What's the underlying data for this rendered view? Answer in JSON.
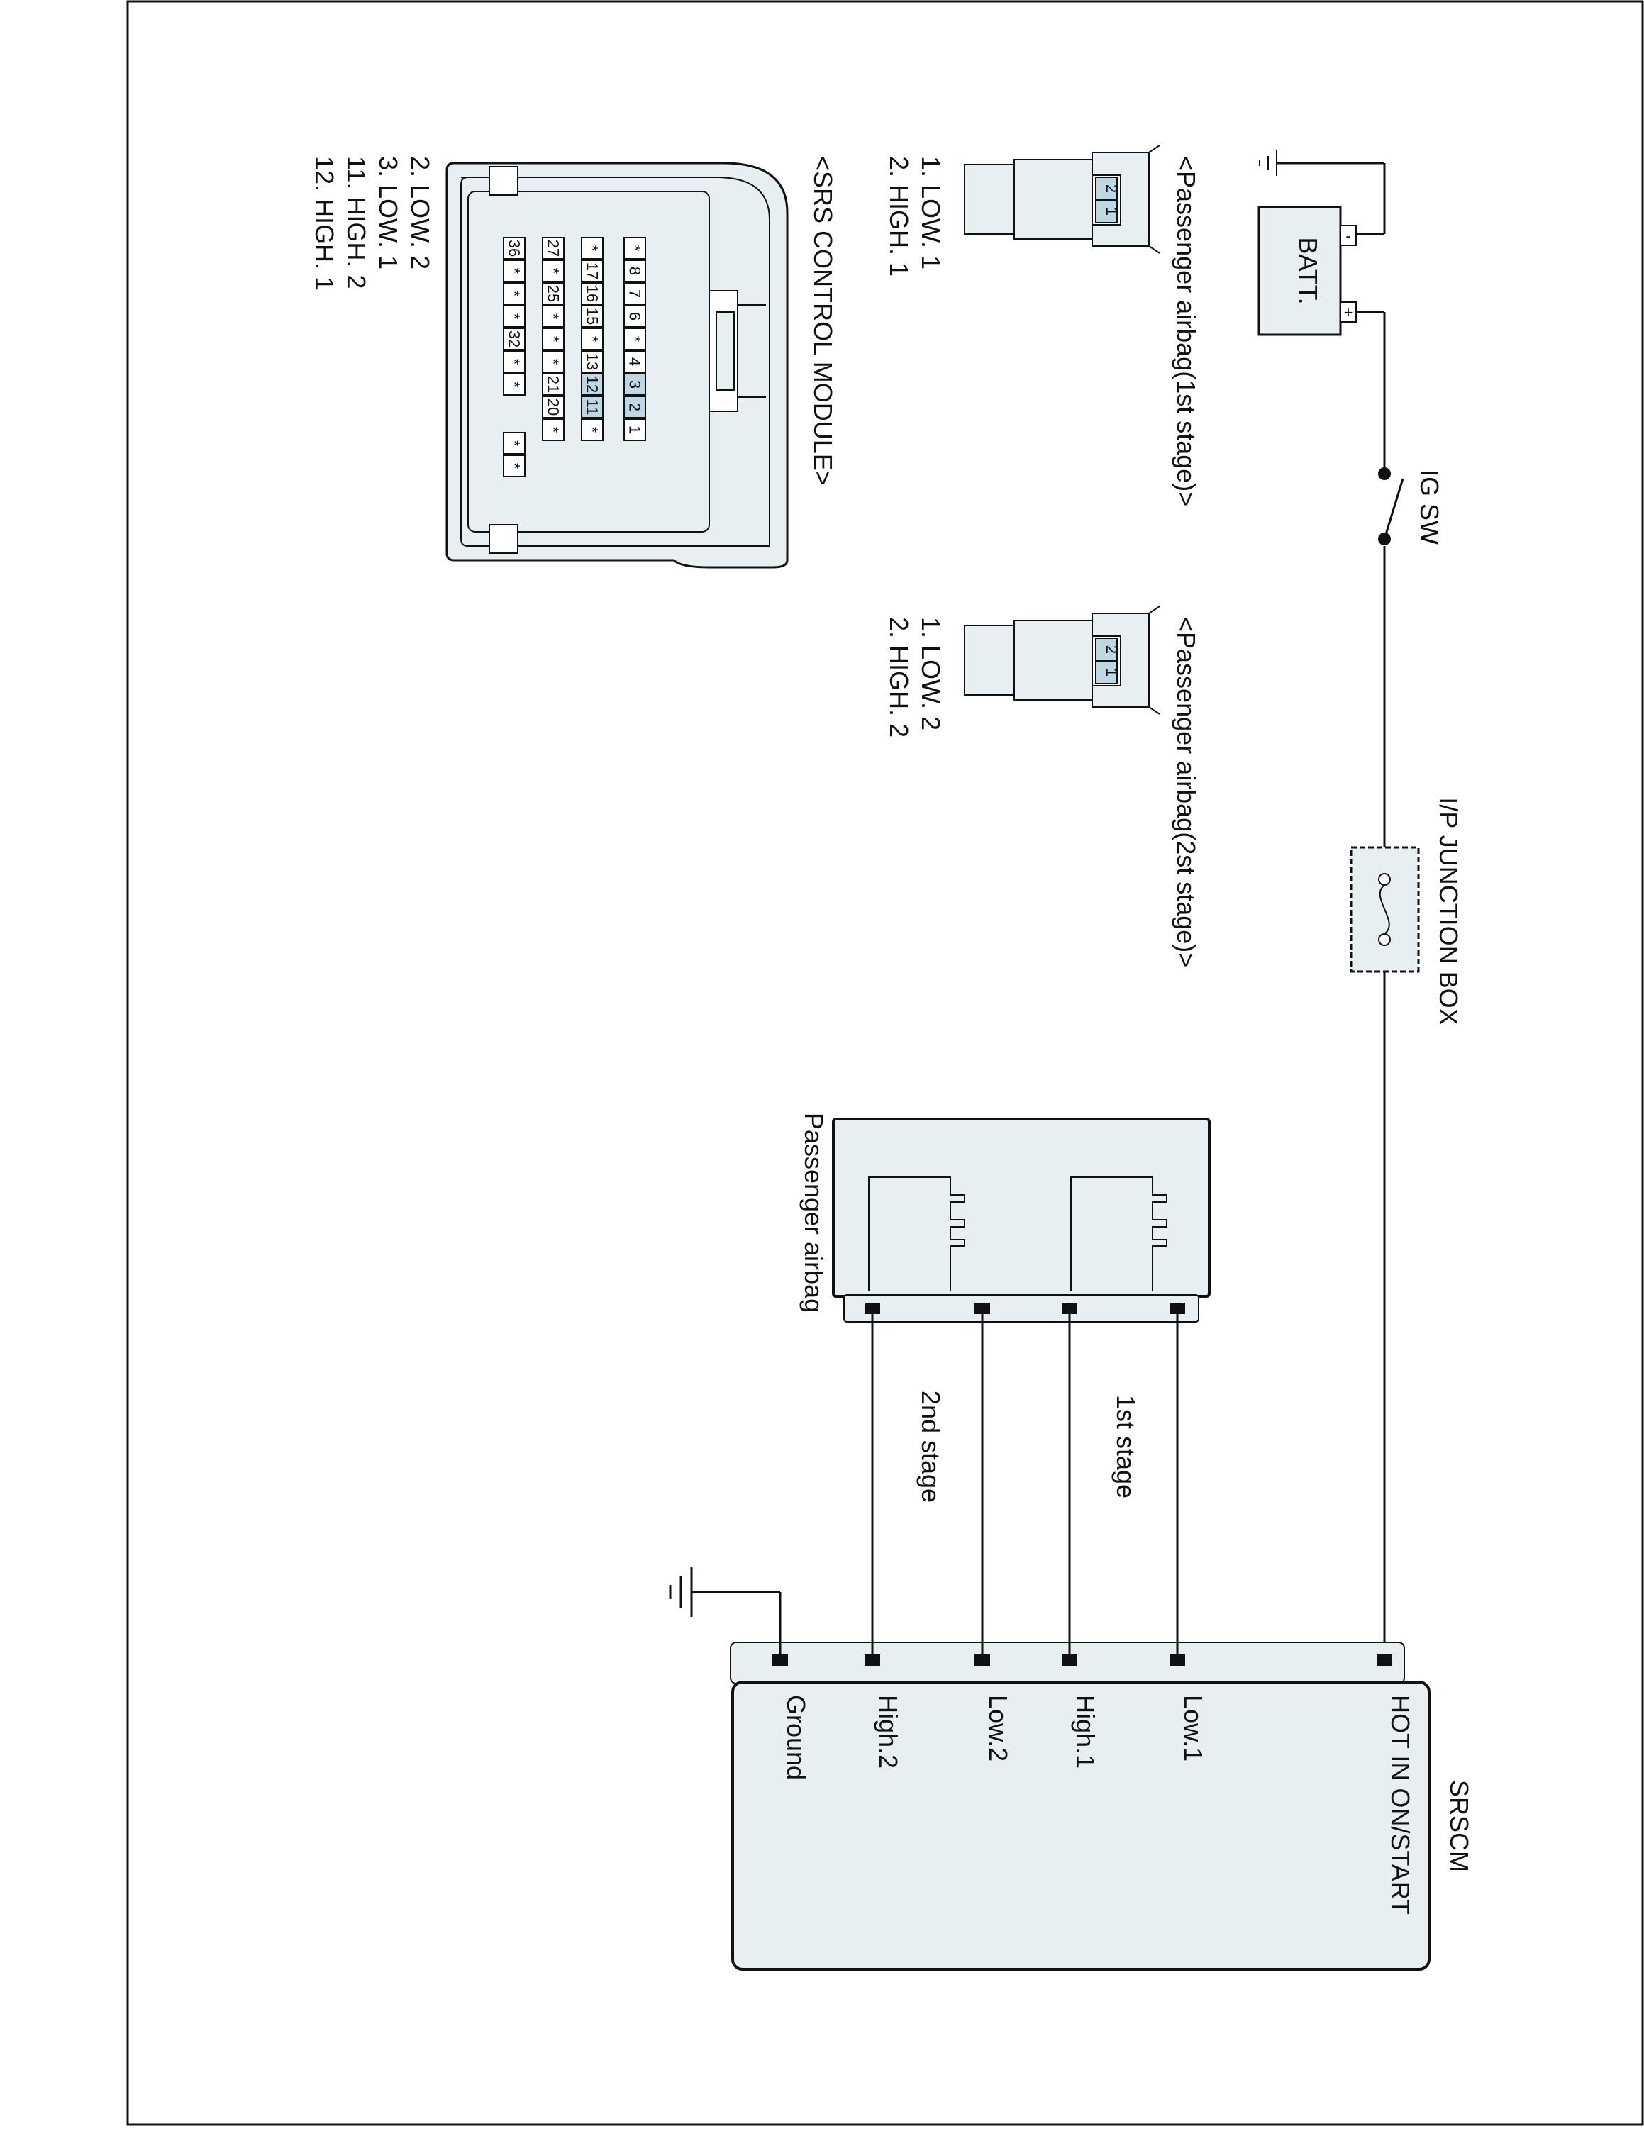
{
  "diagram": {
    "battery": {
      "label": "BATT.",
      "neg": "-",
      "pos": "+"
    },
    "ig_switch": {
      "label": "IG SW"
    },
    "junction_box": {
      "label": "I/P JUNCTION BOX"
    },
    "srscm": {
      "title": "SRSCM",
      "pins": [
        "HOT IN ON/START",
        "Low.1",
        "High.1",
        "Low.2",
        "High.2",
        "Ground"
      ]
    },
    "passenger_airbag": {
      "label": "Passenger airbag"
    },
    "stages": {
      "first": "1st stage",
      "second": "2nd stage"
    },
    "connector_1st": {
      "title": "<Passenger airbag(1st stage)>",
      "pin_numbers": [
        "2",
        "1"
      ],
      "pins": [
        "1. LOW. 1",
        "2. HIGH. 1"
      ]
    },
    "connector_2nd": {
      "title": "<Passenger airbag(2st stage)>",
      "pin_numbers": [
        "2",
        "1"
      ],
      "pins": [
        "1. LOW. 2",
        "2. HIGH. 2"
      ]
    },
    "srs_module_connector": {
      "title": "<SRS CONTROL MODULE>",
      "row1": [
        "*",
        "8",
        "7",
        "6",
        "*",
        "4",
        "3",
        "2",
        "1"
      ],
      "row2": [
        "*",
        "17",
        "16",
        "15",
        "*",
        "13",
        "12",
        "11",
        "*"
      ],
      "row3": [
        "27",
        "*",
        "25",
        "*",
        "*",
        "*",
        "21",
        "20",
        "*"
      ],
      "row4": [
        "36",
        "*",
        "*",
        "*",
        "32",
        "*",
        "*"
      ],
      "row4_extra": [
        "*",
        "*"
      ],
      "pins": [
        "2. LOW. 2",
        "3. LOW. 1",
        "11. HIGH. 2",
        "12. HIGH. 1"
      ]
    }
  }
}
